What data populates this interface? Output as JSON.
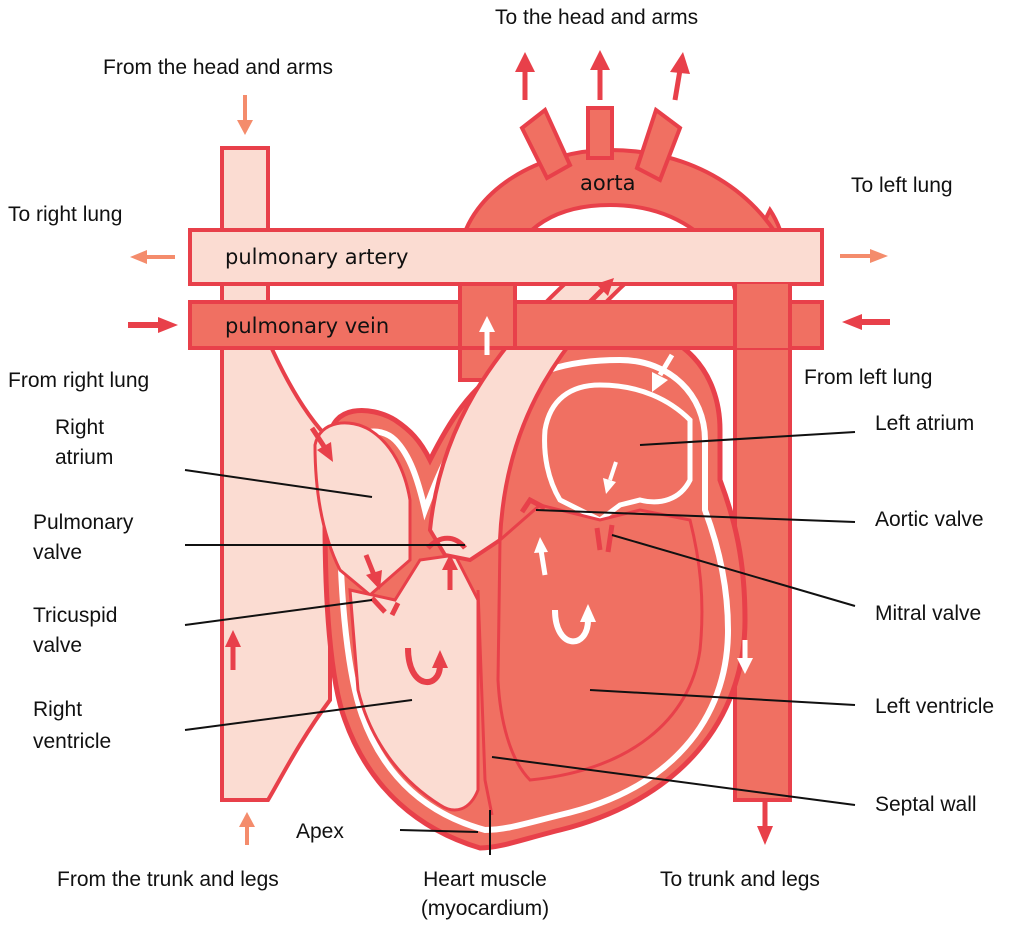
{
  "labels": {
    "to_head_and_arms": "To the head and arms",
    "from_head_and_arms": "From the head and arms",
    "to_left_lung": "To left lung",
    "to_right_lung": "To right lung",
    "from_right_lung": "From right lung",
    "from_left_lung": "From left lung",
    "right_atrium_1": "Right",
    "right_atrium_2": "atrium",
    "pulmonary_valve_1": "Pulmonary",
    "pulmonary_valve_2": "valve",
    "tricuspid_valve_1": "Tricuspid",
    "tricuspid_valve_2": "valve",
    "right_ventricle_1": "Right",
    "right_ventricle_2": "ventricle",
    "left_atrium": "Left atrium",
    "aortic_valve": "Aortic valve",
    "mitral_valve": "Mitral valve",
    "left_ventricle": "Left ventricle",
    "septal_wall": "Septal wall",
    "apex": "Apex",
    "from_trunk_and_legs": "From the trunk and legs",
    "heart_muscle_1": "Heart muscle",
    "heart_muscle_2": "(myocardium)",
    "to_trunk_and_legs": "To trunk and legs"
  },
  "vessels": {
    "aorta": "aorta",
    "pulmonary_artery": "pulmonary artery",
    "pulmonary_vein": "pulmonary vein"
  },
  "colors": {
    "deoxygenated_fill": "#fbdcd2",
    "oxygenated_fill": "#f07062",
    "outline": "#e8404a",
    "arrow_red": "#e8404a",
    "arrow_salmon": "#f48c6c",
    "leader_line": "#111111"
  }
}
